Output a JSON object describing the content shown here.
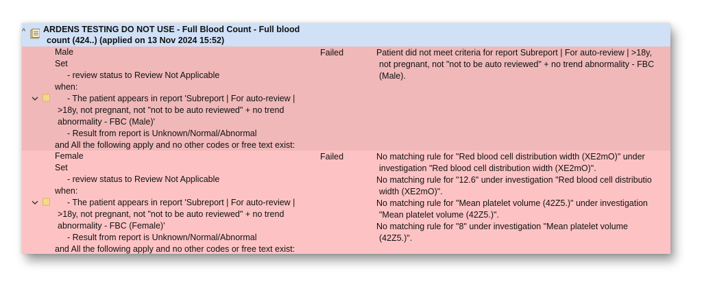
{
  "header": {
    "title_line1": "ARDENS TESTING DO NOT USE - Full Blood Count - Full blood",
    "title_line2": "count (424..) (applied on 13 Nov 2024 15:52)",
    "collapse_glyph": "^",
    "icon": "report-icon"
  },
  "rows": [
    {
      "rule": [
        "Male",
        "Set",
        "- review status to Review Not Applicable",
        "when:",
        "- The patient appears in report 'Subreport | For auto-review |",
        ">18y, not pregnant, not \"not to be auto reviewed\" + no trend",
        "abnormality - FBC (Male)'",
        "- Result from report is Unknown/Normal/Abnormal",
        "and All the following apply and no other codes or free text exist:"
      ],
      "status": "Failed",
      "reason": [
        "Patient did not meet criteria for report Subreport | For auto-review | >18y,",
        "not pregnant, not \"not to be auto reviewed\" + no trend abnormality - FBC",
        "(Male)."
      ]
    },
    {
      "rule": [
        "Female",
        "Set",
        "- review status to Review Not Applicable",
        "when:",
        "- The patient appears in report 'Subreport | For auto-review |",
        ">18y, not pregnant, not \"not to be auto reviewed\" + no trend",
        "abnormality - FBC (Female)'",
        "- Result from report is Unknown/Normal/Abnormal",
        "and All the following apply and no other codes or free text exist:"
      ],
      "status": "Failed",
      "reason": [
        "No matching rule for \"Red blood cell distribution width (XE2mO)\" under",
        "investigation \"Red blood cell distribution width (XE2mO)\".",
        "No matching rule for \"12.6\" under investigation \"Red blood cell distributio",
        "width (XE2mO)\".",
        "No matching rule for \"Mean platelet volume (42Z5.)\" under investigation",
        "\"Mean platelet volume (42Z5.)\".",
        "No matching rule for \"8\" under investigation \"Mean platelet volume",
        "(42Z5.)\"."
      ]
    }
  ],
  "colors": {
    "header_bg": "#cfe0f7",
    "row_male_bg": "#f0b8b9",
    "row_female_bg": "#fdc3c4",
    "folder_icon": "#f3d98a"
  },
  "icons": {
    "expander": "chevron-down-icon",
    "folder": "folder-icon"
  }
}
